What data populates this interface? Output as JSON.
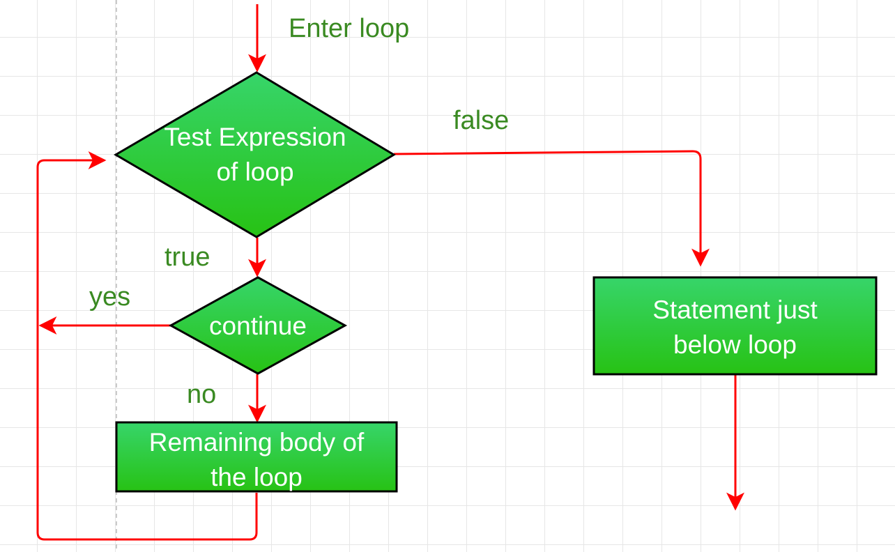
{
  "colors": {
    "node_fill_top": "#37d56a",
    "node_fill_bottom": "#27c214",
    "node_stroke": "#000000",
    "edge": "#ff0000",
    "edge_label": "#3a8a22",
    "node_text": "#ffffff",
    "guide": "#b8b8b8"
  },
  "labels": {
    "enter_loop": "Enter loop",
    "false": "false",
    "true": "true",
    "yes": "yes",
    "no": "no"
  },
  "nodes": {
    "test_expression": {
      "shape": "diamond",
      "line1": "Test Expression",
      "line2": "of loop"
    },
    "continue": {
      "shape": "diamond",
      "text": "continue"
    },
    "remaining_body": {
      "shape": "rectangle",
      "line1": "Remaining body of",
      "line2": "the loop"
    },
    "statement_below": {
      "shape": "rectangle",
      "line1": "Statement just",
      "line2": "below loop"
    }
  }
}
